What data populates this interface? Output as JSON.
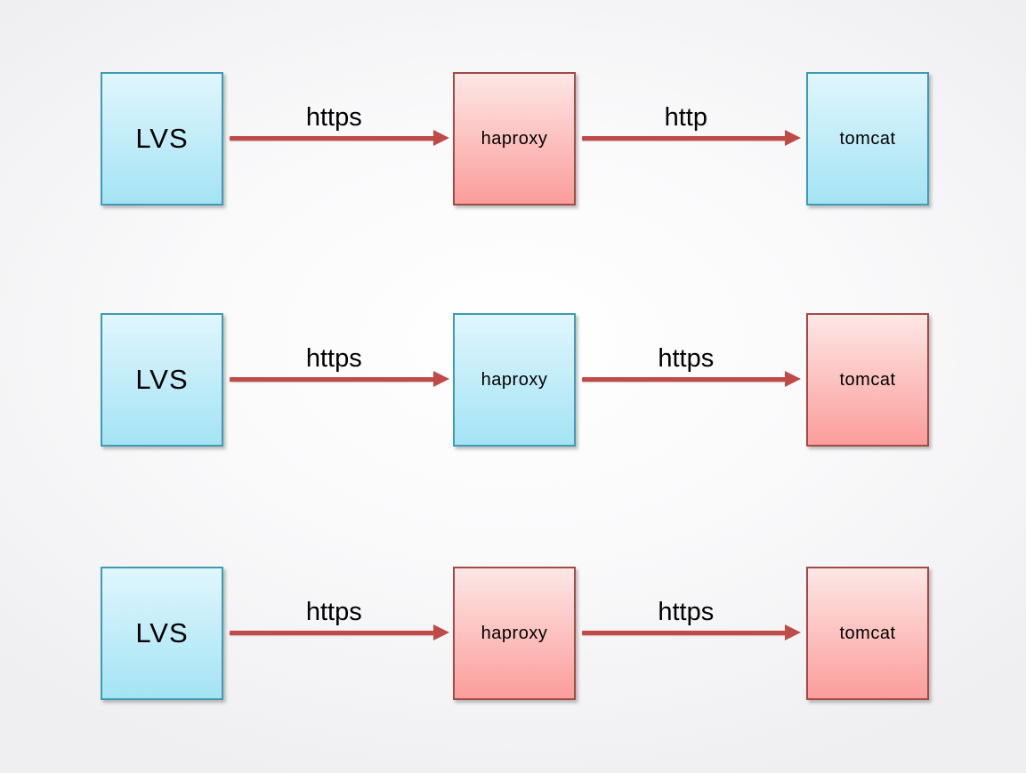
{
  "diagram": {
    "rows": [
      {
        "nodes": [
          {
            "label": "LVS",
            "scheme": "blue"
          },
          {
            "label": "haproxy",
            "scheme": "red"
          },
          {
            "label": "tomcat",
            "scheme": "blue"
          }
        ],
        "links": [
          {
            "label": "https"
          },
          {
            "label": "http"
          }
        ]
      },
      {
        "nodes": [
          {
            "label": "LVS",
            "scheme": "blue"
          },
          {
            "label": "haproxy",
            "scheme": "blue"
          },
          {
            "label": "tomcat",
            "scheme": "red"
          }
        ],
        "links": [
          {
            "label": "https"
          },
          {
            "label": "https"
          }
        ]
      },
      {
        "nodes": [
          {
            "label": "LVS",
            "scheme": "blue"
          },
          {
            "label": "haproxy",
            "scheme": "red"
          },
          {
            "label": "tomcat",
            "scheme": "red"
          }
        ],
        "links": [
          {
            "label": "https"
          },
          {
            "label": "https"
          }
        ]
      }
    ]
  },
  "colors": {
    "blue-border": "#3D9CB4",
    "blue-top": "#E0F6FD",
    "blue-bottom": "#A4E3F4",
    "red-border": "#A04B48",
    "red-top": "#FCE7E5",
    "red-bottom": "#FB9D9B",
    "arrow": "#BE4B48",
    "label-text": "#000000"
  }
}
